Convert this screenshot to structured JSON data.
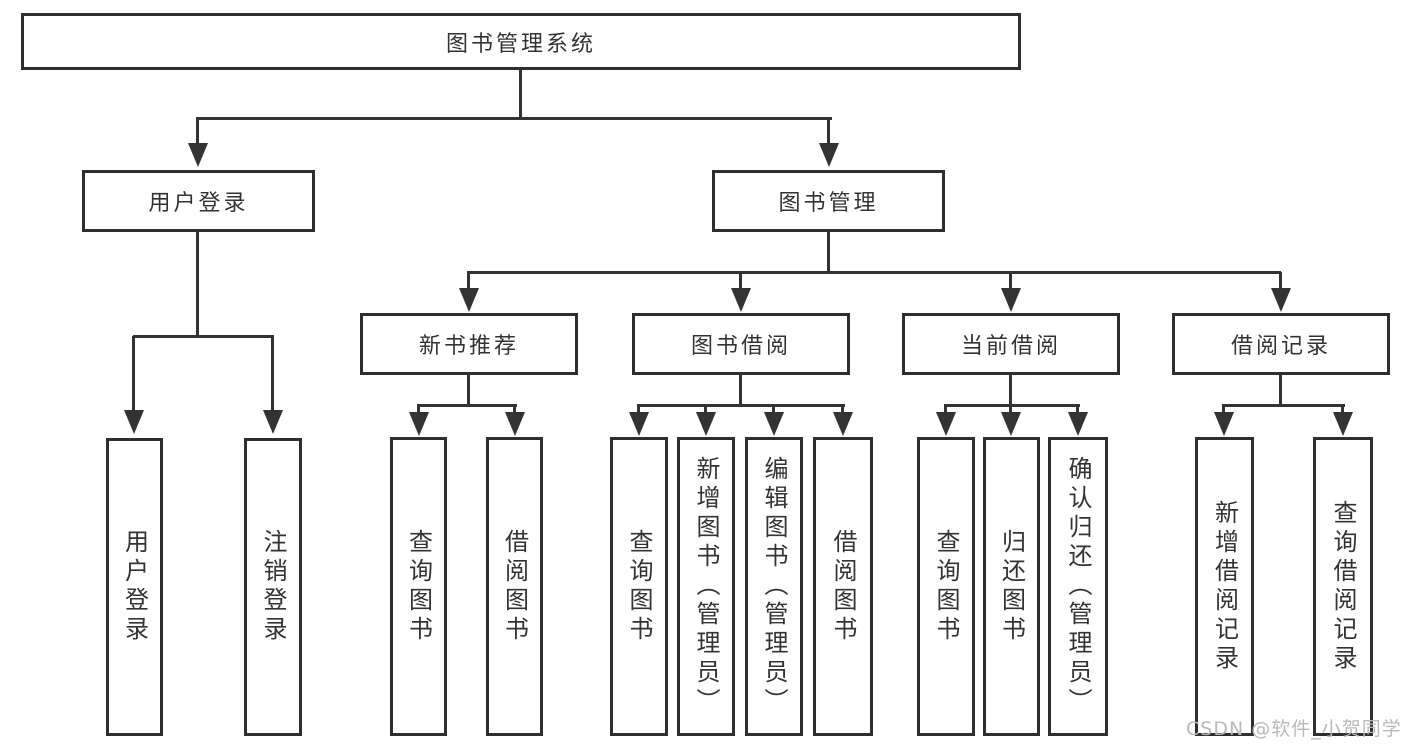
{
  "diagram_type": "hierarchy-tree",
  "tree": {
    "label": "图书管理系统",
    "children": [
      {
        "label": "用户登录",
        "children": [
          {
            "label": "用户登录"
          },
          {
            "label": "注销登录"
          }
        ]
      },
      {
        "label": "图书管理",
        "children": [
          {
            "label": "新书推荐",
            "children": [
              {
                "label": "查询图书"
              },
              {
                "label": "借阅图书"
              }
            ]
          },
          {
            "label": "图书借阅",
            "children": [
              {
                "label": "查询图书"
              },
              {
                "label": "新增图书（管理员）"
              },
              {
                "label": "编辑图书（管理员）"
              },
              {
                "label": "借阅图书"
              }
            ]
          },
          {
            "label": "当前借阅",
            "children": [
              {
                "label": "查询图书"
              },
              {
                "label": "归还图书"
              },
              {
                "label": "确认归还（管理员）"
              }
            ]
          },
          {
            "label": "借阅记录",
            "children": [
              {
                "label": "新增借阅记录"
              },
              {
                "label": "查询借阅记录"
              }
            ]
          }
        ]
      }
    ]
  },
  "watermark": "CSDN @软件_小贺同学",
  "colors": {
    "background": "#ffffff",
    "box_border": "#2e2e2e",
    "line": "#333333",
    "text": "#333333",
    "watermark": "#b9b9b9"
  }
}
